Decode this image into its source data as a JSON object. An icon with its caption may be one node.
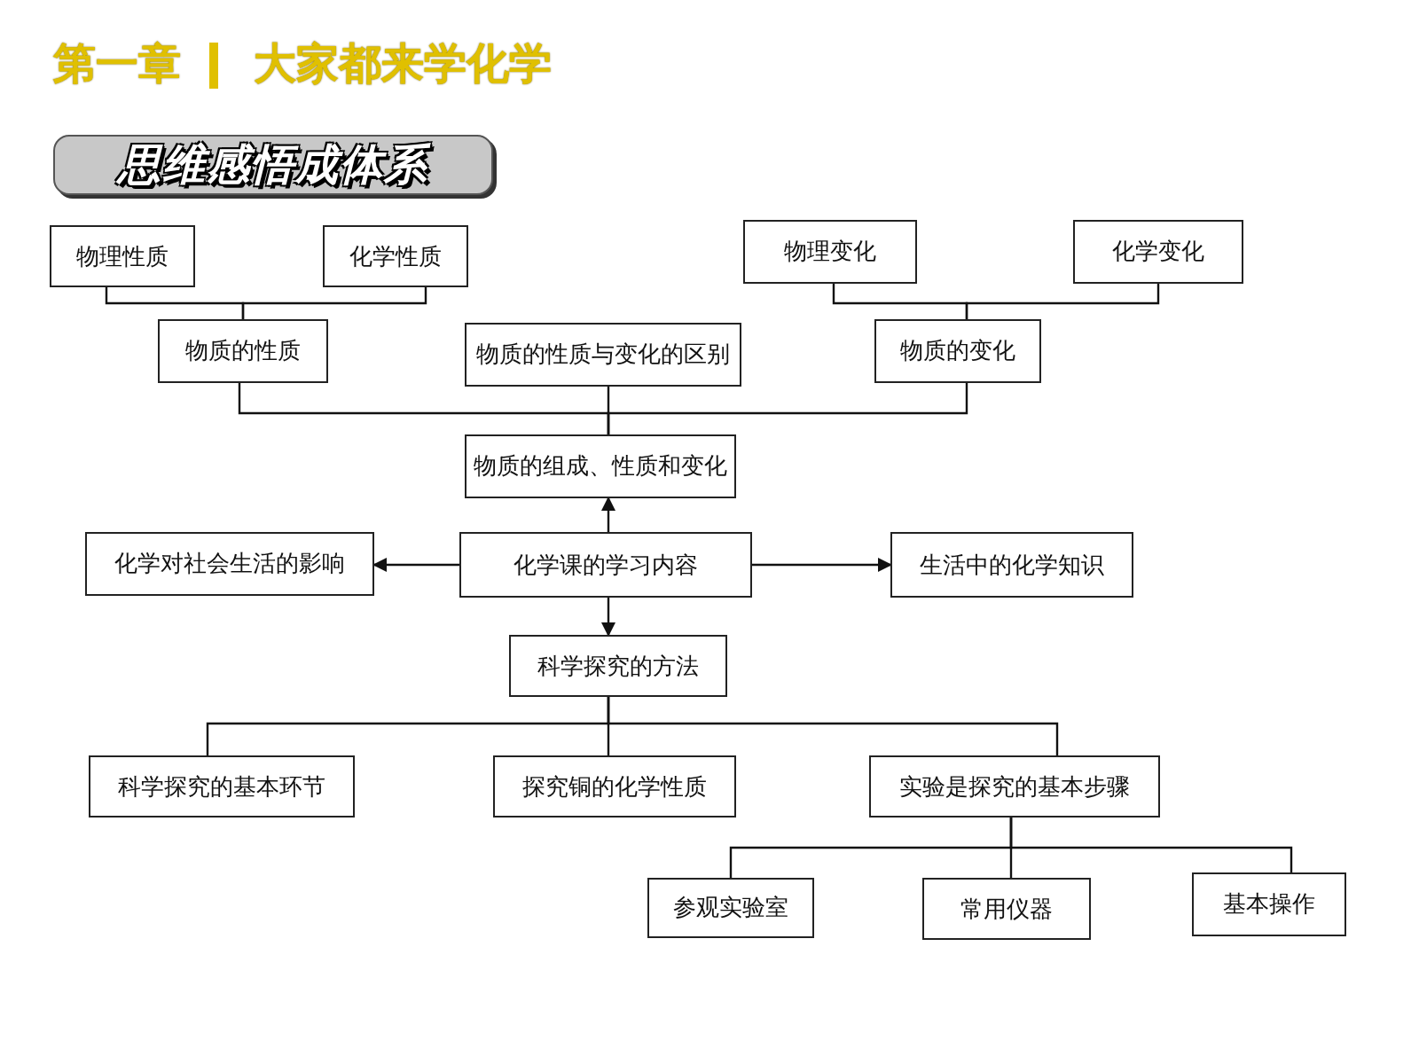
{
  "diagram": {
    "title": "第一章",
    "labels": [
      "大家都来学化学",
      "思维感悟成体系"
    ],
    "nodes": [
      {
        "text": [
          "物理性质"
        ]
      },
      {
        "text": [
          "化学性质"
        ]
      },
      {
        "text": [
          "物理变化"
        ]
      },
      {
        "text": [
          "化学变化"
        ]
      },
      {
        "text": [
          "物质的性质"
        ]
      },
      {
        "text": [
          "物质的性质与变化的区别"
        ]
      },
      {
        "text": [
          "物质的变化"
        ]
      },
      {
        "text": [
          "物质的组成、性质和变化"
        ]
      },
      {
        "text": [
          "化学对社会生活的影响"
        ]
      },
      {
        "text": [
          "化学课的学习内容"
        ]
      },
      {
        "text": [
          "生活中的化学知识"
        ]
      },
      {
        "text": [
          "科学探究的方法"
        ]
      },
      {
        "text": [
          "科学探究的基本环节"
        ]
      },
      {
        "text": [
          "探究铜的化学性质"
        ]
      },
      {
        "text": [
          "实验是探究的基本步骤"
        ]
      },
      {
        "text": [
          "参观实验室"
        ]
      },
      {
        "text": [
          "常用仪器"
        ]
      },
      {
        "text": [
          "基本操作"
        ]
      }
    ],
    "edges": [
      {
        "from": 0,
        "to": 4,
        "arrow": "none"
      },
      {
        "from": 1,
        "to": 4,
        "arrow": "none"
      },
      {
        "from": 2,
        "to": 6,
        "arrow": "none"
      },
      {
        "from": 3,
        "to": 6,
        "arrow": "none"
      },
      {
        "from": 4,
        "to": 7,
        "arrow": "none"
      },
      {
        "from": 5,
        "to": 7,
        "arrow": "none"
      },
      {
        "from": 6,
        "to": 7,
        "arrow": "none"
      },
      {
        "from": 9,
        "to": 7,
        "arrow": "to"
      },
      {
        "from": 9,
        "to": 8,
        "arrow": "to"
      },
      {
        "from": 9,
        "to": 10,
        "arrow": "to"
      },
      {
        "from": 9,
        "to": 11,
        "arrow": "to"
      },
      {
        "from": 11,
        "to": 12,
        "arrow": "none"
      },
      {
        "from": 11,
        "to": 13,
        "arrow": "none"
      },
      {
        "from": 11,
        "to": 14,
        "arrow": "none"
      },
      {
        "from": 14,
        "to": 15,
        "arrow": "none"
      },
      {
        "from": 14,
        "to": 16,
        "arrow": "none"
      },
      {
        "from": 14,
        "to": 17,
        "arrow": "none"
      }
    ]
  }
}
